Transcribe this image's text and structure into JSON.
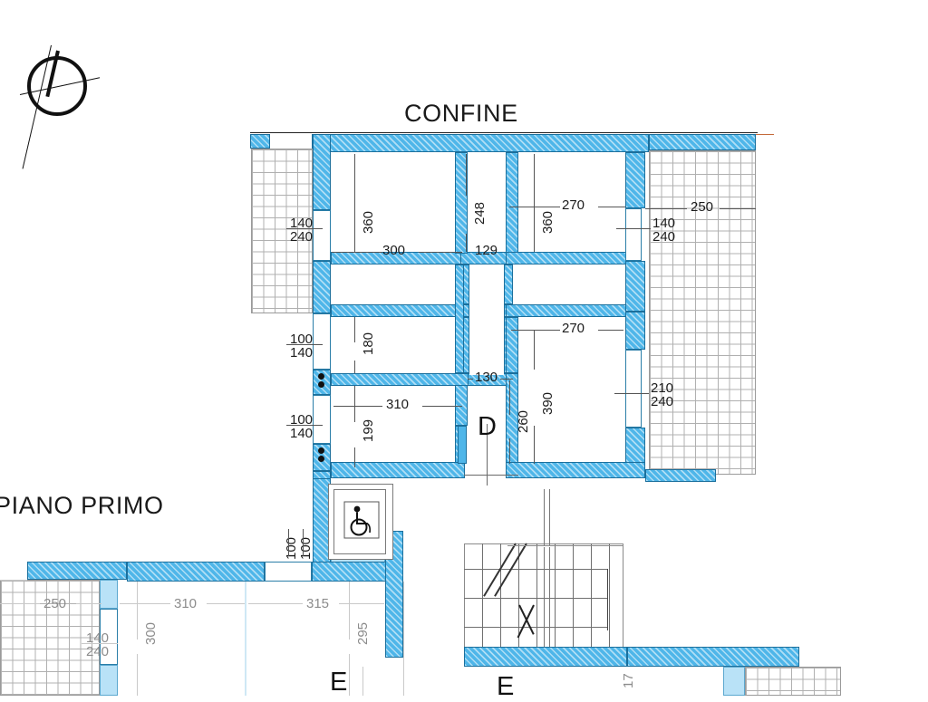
{
  "drawing": {
    "type": "architectural-floor-plan",
    "sheet_title": "PIANO PRIMO",
    "boundary_label": "CONFINE",
    "north_arrow": "compass-rose",
    "units": "cm"
  },
  "labels": {
    "confine": "CONFINE",
    "piano_primo": "PIANO PRIMO",
    "apartment_d": "D",
    "apartment_e_left": "E",
    "apartment_e_right": "E"
  },
  "icons": {
    "elevator": "wheelchair-accessible-icon",
    "compass": "north-arrow-icon",
    "stairs": "staircase-icon"
  },
  "colors": {
    "wall_fill": "#4fb6e9",
    "wall_light": "#b9e2f7",
    "wall_stroke": "#1b6f9c",
    "grid_line": "#b0b0b0",
    "text": "#1a1a1a",
    "dim_gray": "#8c8c8c",
    "background": "#ffffff"
  },
  "dimensions": {
    "upper_left_room": {
      "width": "300",
      "height": "360",
      "window_left": {
        "width": "140",
        "height": "240"
      }
    },
    "central_bath_top": {
      "width": "129",
      "height": "248"
    },
    "central_bath_bottom": {
      "width": "130"
    },
    "upper_right_room": {
      "width": "270",
      "height": "360",
      "window_right": {
        "width": "140",
        "height": "240"
      },
      "balcony_depth": "250"
    },
    "mid_left_room": {
      "width": "310",
      "height": "180",
      "window_left": {
        "width": "100",
        "height": "140"
      }
    },
    "lower_left_room": {
      "height": "199",
      "window_left": {
        "width": "100",
        "height": "140"
      }
    },
    "lower_right_room": {
      "width": "270",
      "height": "390",
      "door_right": {
        "width": "210",
        "height": "240"
      }
    },
    "corridor": {
      "depth": "260"
    },
    "entry_door": {
      "width": "100",
      "height": "100"
    },
    "lower_plan": {
      "balcony_left": "250",
      "room_width_1": "310",
      "room_width_2": "315",
      "room_height_1": "300",
      "room_height_2": "295",
      "window_left": {
        "width": "140",
        "height": "240"
      }
    }
  },
  "dim_values": {
    "d360a": "360",
    "d300": "300",
    "d248": "248",
    "d129": "129",
    "d270a": "270",
    "d360b": "360",
    "d250": "250",
    "w140a": "140",
    "w240a": "240",
    "w140b": "140",
    "w240b": "240",
    "d180": "180",
    "d310a": "310",
    "d130": "130",
    "w100a": "100",
    "w140c": "140",
    "d270b": "270",
    "d390": "390",
    "w210": "210",
    "w240c": "240",
    "d199": "199",
    "d260": "260",
    "w100b": "100",
    "w140d": "140",
    "e100a": "100",
    "e100b": "100",
    "b250": "250",
    "b310": "310",
    "b315": "315",
    "b300": "300",
    "b295": "295",
    "b140": "140",
    "b240": "240",
    "b17": "17"
  }
}
